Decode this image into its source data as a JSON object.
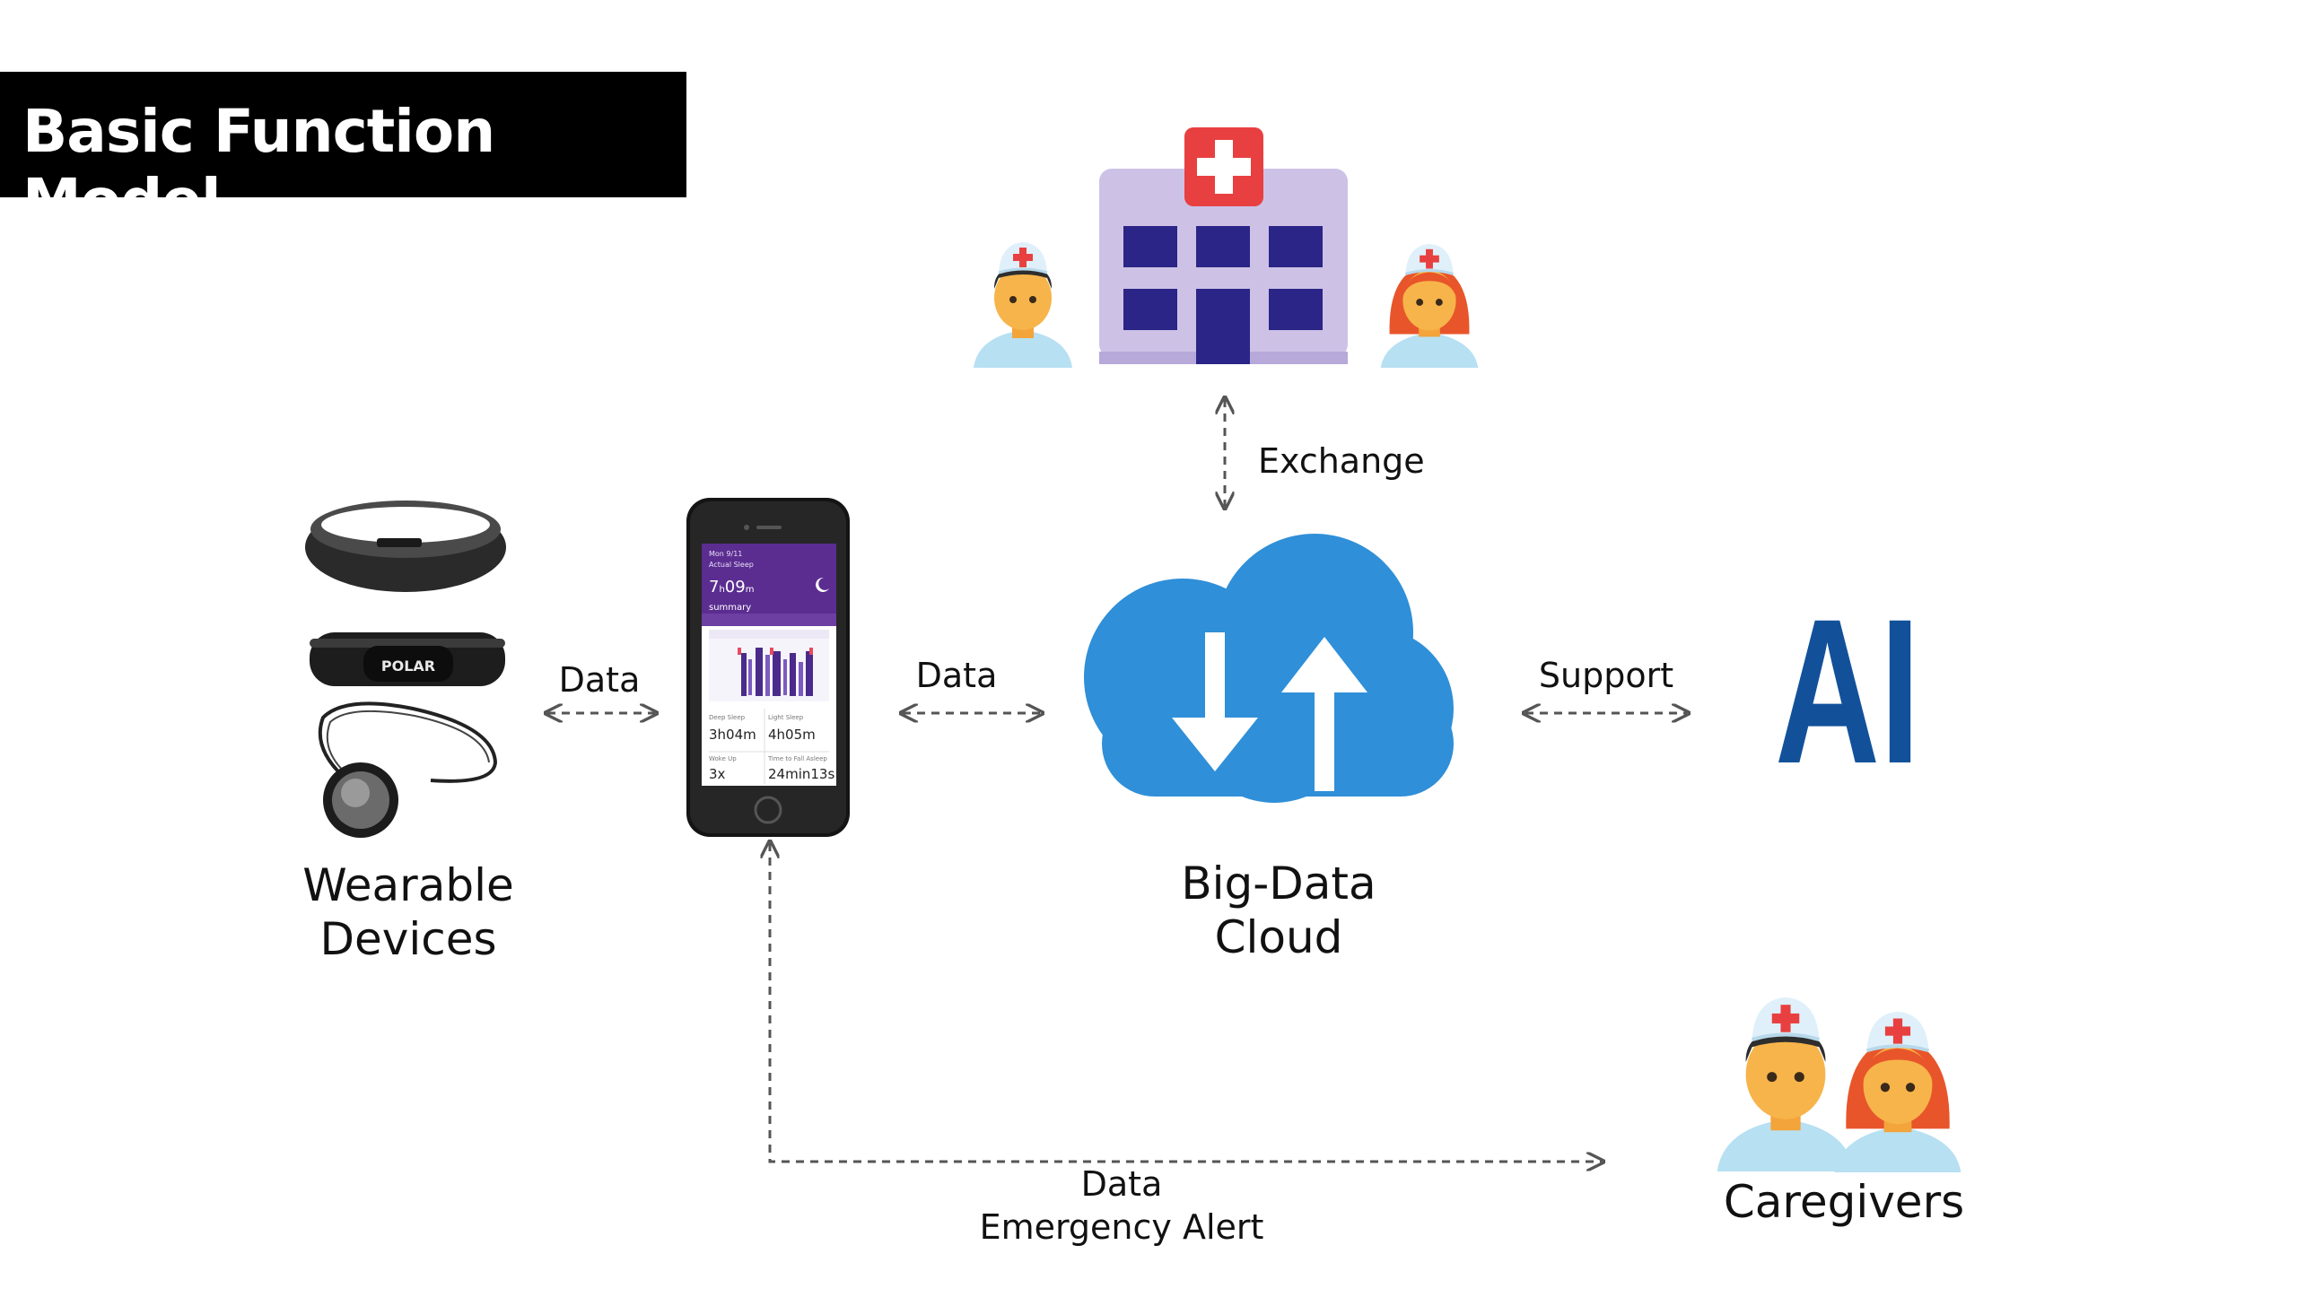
{
  "title": "Basic Function Model",
  "nodes": {
    "wearables": {
      "label_line1": "Wearable",
      "label_line2": "Devices"
    },
    "cloud": {
      "label_line1": "Big-Data",
      "label_line2": "Cloud"
    },
    "ai": {
      "label": "AI"
    },
    "caregivers": {
      "label": "Caregivers"
    },
    "phone": {
      "status_date": "Mon 9/11",
      "status_sub": "Actual Sleep",
      "sleep_time_h": "7",
      "sleep_time_m": "09",
      "summary": "summary",
      "deep_sleep_label": "Deep Sleep",
      "deep_sleep_value": "3h04m",
      "light_sleep_label": "Light Sleep",
      "light_sleep_value": "4h05m",
      "woke_up_label": "Woke Up",
      "woke_up_value": "3x",
      "fall_asleep_label": "Time to Fall Asleep",
      "fall_asleep_value": "24min13s"
    }
  },
  "edges": {
    "wearable_phone": "Data",
    "phone_cloud": "Data",
    "hospital_cloud": "Exchange",
    "cloud_ai": "Support",
    "phone_caregivers_line1": "Data",
    "phone_caregivers_line2": "Emergency Alert"
  },
  "colors": {
    "cloud": "#2f8fd8",
    "hospital": "#cdc2e6",
    "hospital_windows": "#2b2587",
    "cross_red": "#e84040",
    "ai_blue": "#12519a",
    "scrubs": "#b7e0f2",
    "skin": "#f7b44a",
    "hair_female": "#e8552a"
  }
}
